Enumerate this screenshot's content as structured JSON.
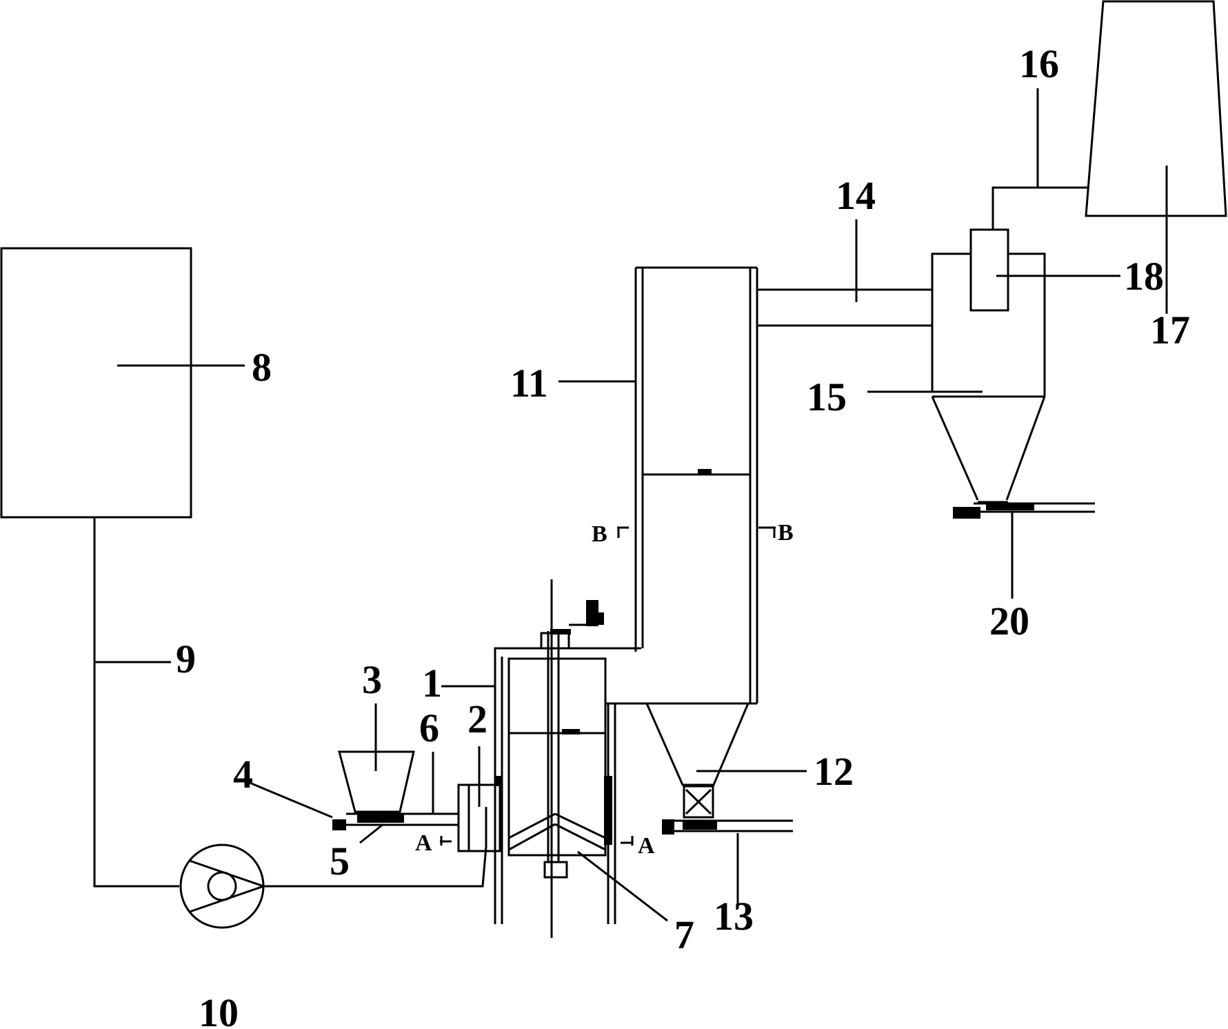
{
  "labels": {
    "l1": "1",
    "l2": "2",
    "l3": "3",
    "l4": "4",
    "l5": "5",
    "l6": "6",
    "l7": "7",
    "l8": "8",
    "l9": "9",
    "l10": "10",
    "l11": "11",
    "l12": "12",
    "l13": "13",
    "l14": "14",
    "l15": "15",
    "l16": "16",
    "l17": "17",
    "l18": "18",
    "l20": "20"
  },
  "section_marks": {
    "a_left": "A",
    "a_right": "A",
    "b_left": "B",
    "b_right": "B"
  }
}
